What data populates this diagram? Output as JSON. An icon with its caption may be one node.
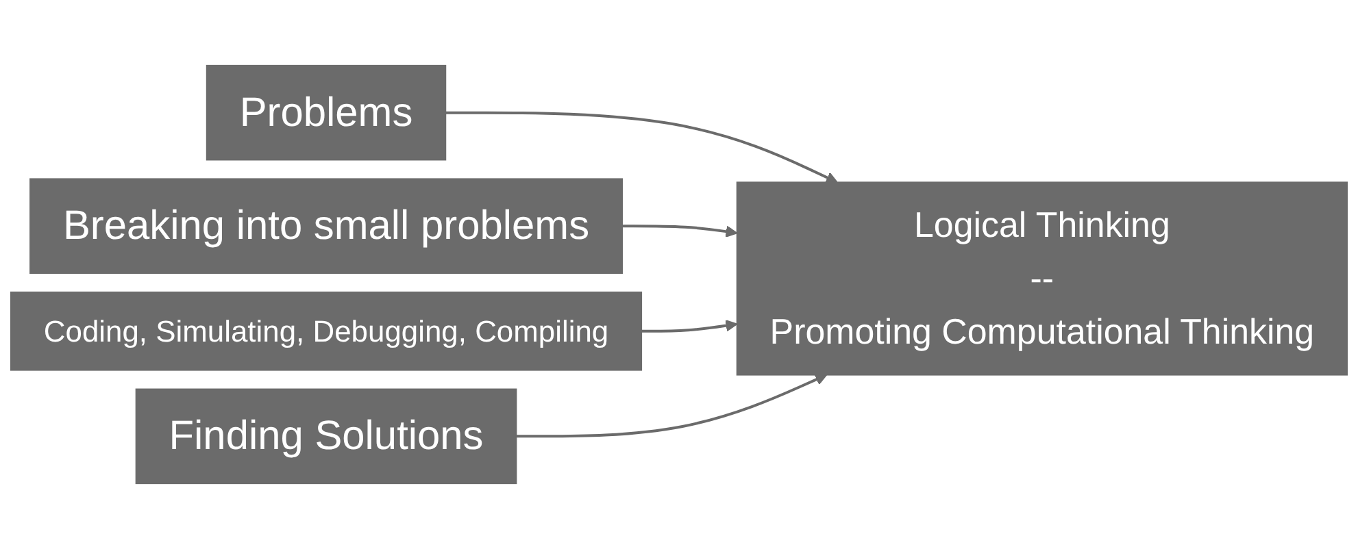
{
  "diagram": {
    "nodes": [
      {
        "text": [
          "Problems"
        ]
      },
      {
        "text": [
          "Breaking into small problems"
        ]
      },
      {
        "text": [
          "Coding, Simulating, Debugging, Compiling"
        ]
      },
      {
        "text": [
          "Finding Solutions"
        ]
      },
      {
        "text": [
          "Logical Thinking",
          "--",
          "Promoting Computational Thinking"
        ]
      }
    ],
    "edges": [
      {
        "from": 0,
        "to": 4,
        "arrow": "to"
      },
      {
        "from": 1,
        "to": 4,
        "arrow": "to"
      },
      {
        "from": 2,
        "to": 4,
        "arrow": "to"
      },
      {
        "from": 3,
        "to": 4,
        "arrow": "to"
      }
    ]
  }
}
